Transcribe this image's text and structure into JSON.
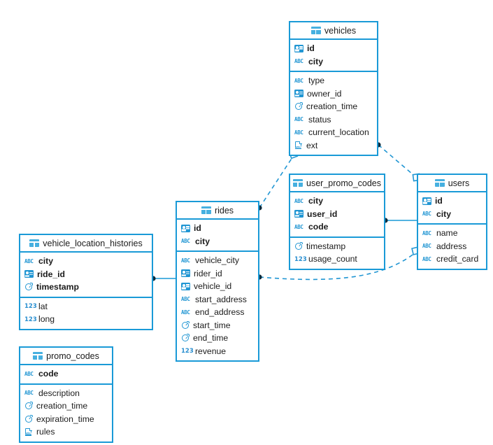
{
  "diagram": {
    "title": "database-er-diagram",
    "accent_color": "#1a9ad7",
    "icon_color": "#2196d3",
    "background": "#ffffff",
    "table_header_icon": "table-grid-icon",
    "column_type_icons": {
      "key": "key-badge-icon",
      "string": "abc-string-icon",
      "number": "123-number-icon",
      "timestamp": "clock-icon",
      "json": "json-document-icon"
    }
  },
  "tables": [
    {
      "name": "vehicles",
      "key_columns": [
        {
          "label": "id",
          "type": "key"
        },
        {
          "label": "city",
          "type": "string"
        }
      ],
      "columns": [
        {
          "label": "type",
          "type": "string"
        },
        {
          "label": "owner_id",
          "type": "key"
        },
        {
          "label": "creation_time",
          "type": "timestamp"
        },
        {
          "label": "status",
          "type": "string"
        },
        {
          "label": "current_location",
          "type": "string"
        },
        {
          "label": "ext",
          "type": "json"
        }
      ]
    },
    {
      "name": "user_promo_codes",
      "key_columns": [
        {
          "label": "city",
          "type": "string"
        },
        {
          "label": "user_id",
          "type": "key"
        },
        {
          "label": "code",
          "type": "string"
        }
      ],
      "columns": [
        {
          "label": "timestamp",
          "type": "timestamp"
        },
        {
          "label": "usage_count",
          "type": "number"
        }
      ]
    },
    {
      "name": "users",
      "key_columns": [
        {
          "label": "id",
          "type": "key"
        },
        {
          "label": "city",
          "type": "string"
        }
      ],
      "columns": [
        {
          "label": "name",
          "type": "string"
        },
        {
          "label": "address",
          "type": "string"
        },
        {
          "label": "credit_card",
          "type": "string"
        }
      ]
    },
    {
      "name": "rides",
      "key_columns": [
        {
          "label": "id",
          "type": "key"
        },
        {
          "label": "city",
          "type": "string"
        }
      ],
      "columns": [
        {
          "label": "vehicle_city",
          "type": "string"
        },
        {
          "label": "rider_id",
          "type": "key"
        },
        {
          "label": "vehicle_id",
          "type": "key"
        },
        {
          "label": "start_address",
          "type": "string"
        },
        {
          "label": "end_address",
          "type": "string"
        },
        {
          "label": "start_time",
          "type": "timestamp"
        },
        {
          "label": "end_time",
          "type": "timestamp"
        },
        {
          "label": "revenue",
          "type": "number"
        }
      ]
    },
    {
      "name": "vehicle_location_histories",
      "key_columns": [
        {
          "label": "city",
          "type": "string"
        },
        {
          "label": "ride_id",
          "type": "key"
        },
        {
          "label": "timestamp",
          "type": "timestamp"
        }
      ],
      "columns": [
        {
          "label": "lat",
          "type": "number"
        },
        {
          "label": "long",
          "type": "number"
        }
      ]
    },
    {
      "name": "promo_codes",
      "key_columns": [
        {
          "label": "code",
          "type": "string"
        }
      ],
      "columns": [
        {
          "label": "description",
          "type": "string"
        },
        {
          "label": "creation_time",
          "type": "timestamp"
        },
        {
          "label": "expiration_time",
          "type": "timestamp"
        },
        {
          "label": "rules",
          "type": "json"
        }
      ]
    }
  ],
  "relationships": [
    {
      "from": "vehicles",
      "to": "users",
      "style": "dashed",
      "from_marker": "dot",
      "to_marker": "square"
    },
    {
      "from": "rides",
      "to": "vehicles",
      "style": "dashed",
      "from_marker": "dot",
      "to_marker": "square"
    },
    {
      "from": "rides",
      "to": "users",
      "style": "dashed",
      "from_marker": "dot",
      "to_marker": "square"
    },
    {
      "from": "user_promo_codes",
      "to": "users",
      "style": "solid",
      "from_marker": "dot",
      "to_marker": "none"
    },
    {
      "from": "vehicle_location_histories",
      "to": "rides",
      "style": "solid",
      "from_marker": "dot",
      "to_marker": "none"
    }
  ]
}
